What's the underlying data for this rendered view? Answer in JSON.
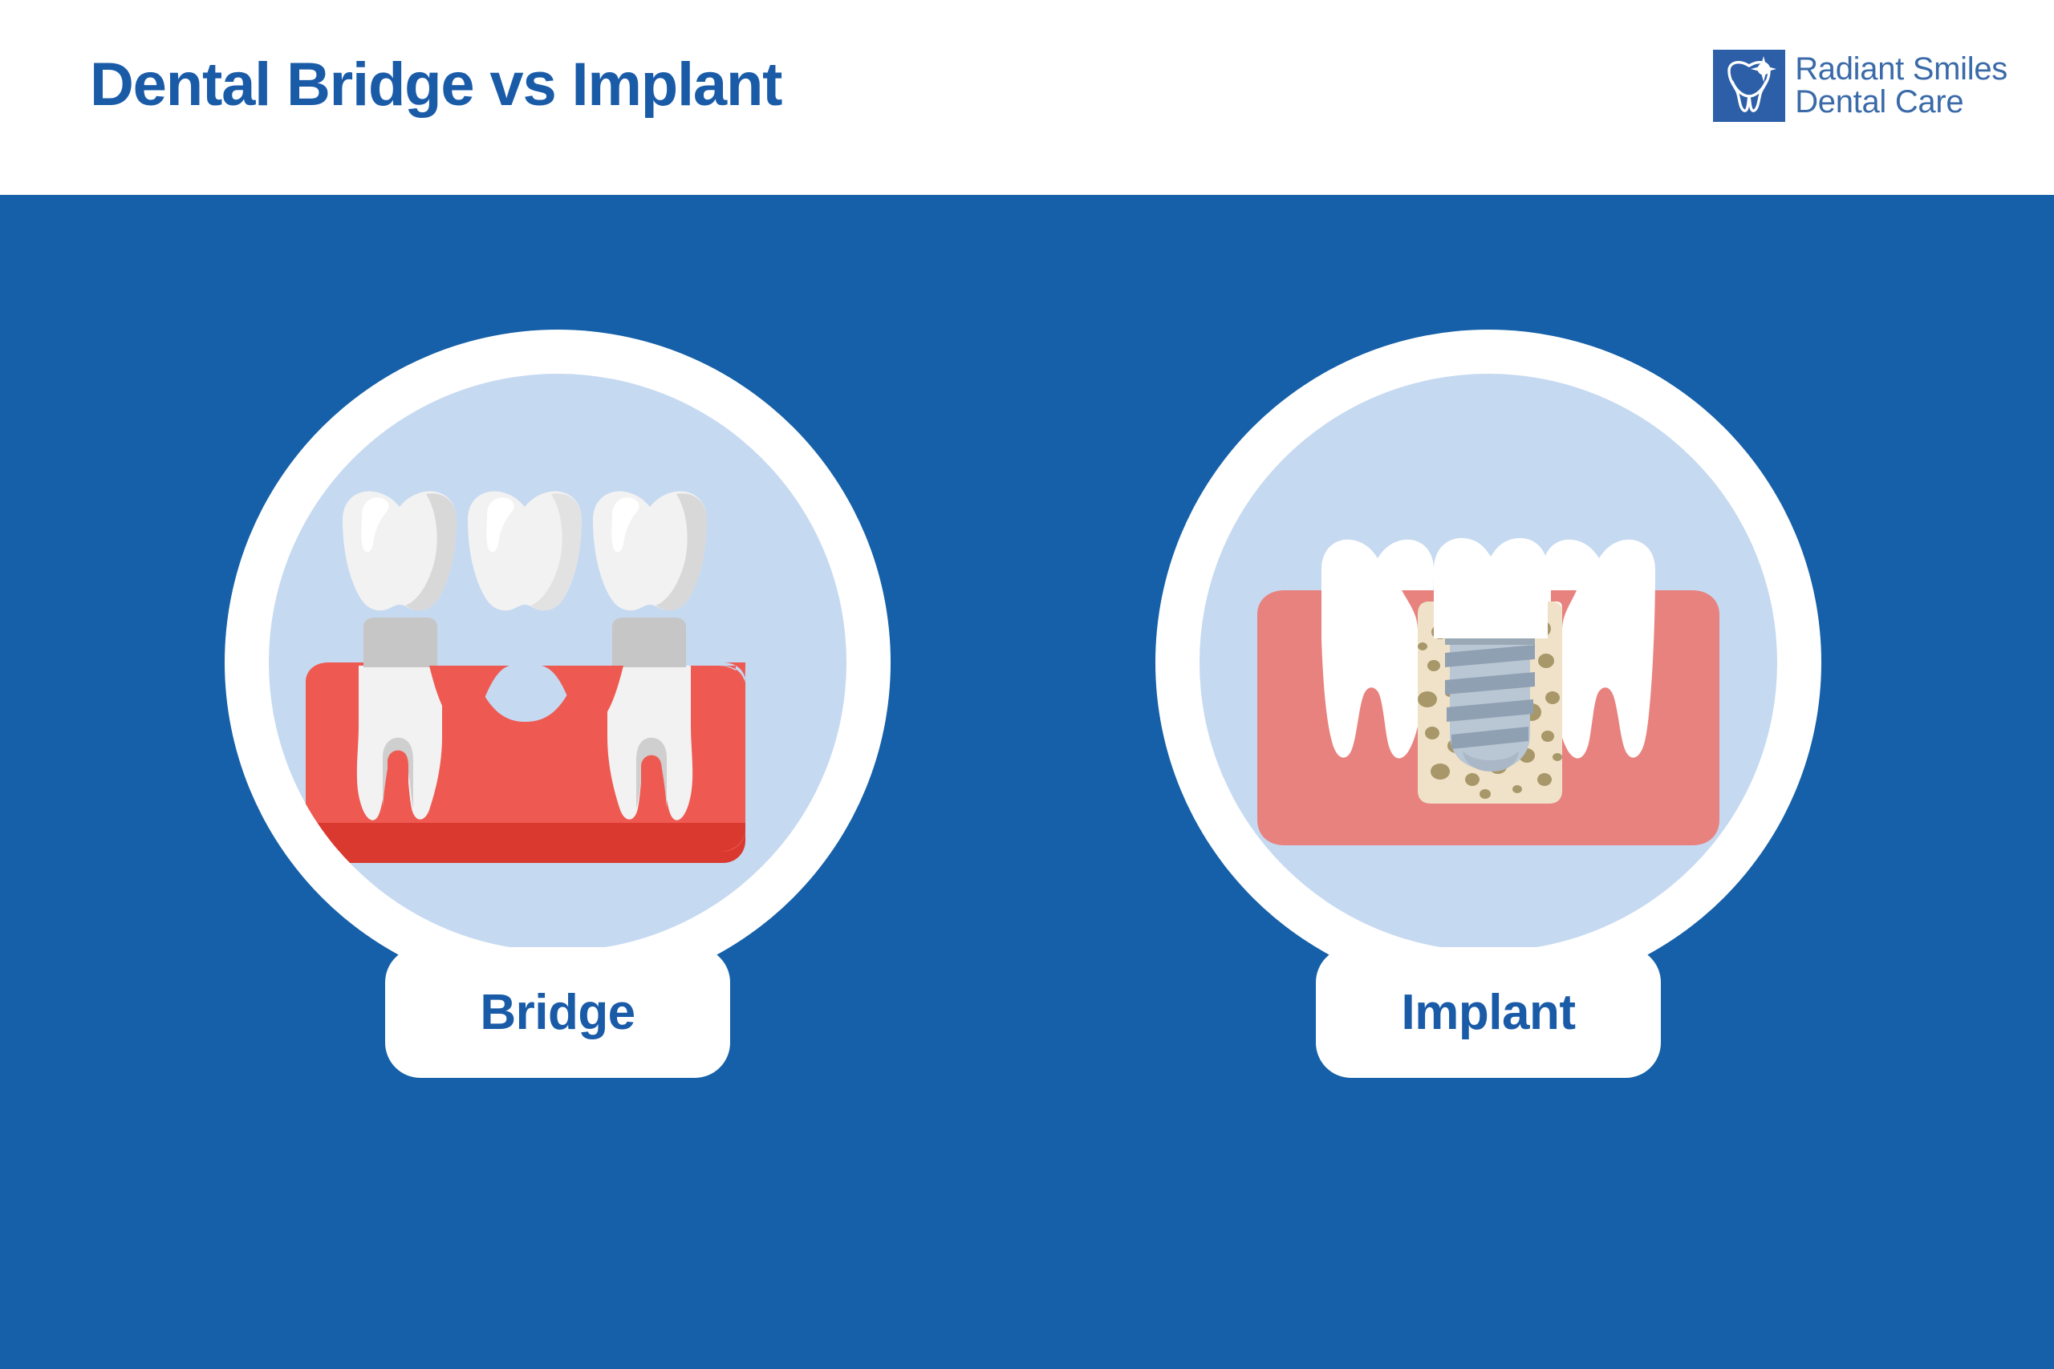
{
  "header": {
    "title": "Dental Bridge vs Implant",
    "title_color": "#1A5BA8",
    "background": "#FFFFFF",
    "logo": {
      "mark_icon": "tooth-sparkle-icon",
      "mark_background": "#2C5FA8",
      "line1": "Radiant Smiles",
      "line2": "Dental Care",
      "text_color": "#3A6AA8"
    }
  },
  "main": {
    "background": "#1560A8",
    "ring_color": "#FFFFFF",
    "disc_color": "#C5D9F1",
    "cards": [
      {
        "id": "bridge",
        "label": "Bridge",
        "label_color": "#1A5BA8",
        "illustration_icon": "dental-bridge-icon",
        "colors": {
          "gum": "#EE5A52",
          "gum_shadow": "#D9392E",
          "tooth": "#F2F2F2",
          "tooth_highlight": "#FFFFFF",
          "tooth_shadow": "#D8D8D8",
          "abutment_cap": "#C6C6C6",
          "root_outline": "#CFCFCF"
        },
        "parts": [
          "crown-left",
          "crown-pontic",
          "crown-right",
          "abutment-tooth-left",
          "abutment-tooth-right",
          "gum-ridge-gap"
        ]
      },
      {
        "id": "implant",
        "label": "Implant",
        "label_color": "#1A5BA8",
        "illustration_icon": "dental-implant-icon",
        "colors": {
          "gum": "#E8827E",
          "bone": "#F0E2C8",
          "bone_speckle": "#A89769",
          "tooth": "#FFFFFF",
          "screw": "#B9C6D4",
          "screw_thread": "#8FA0B2",
          "abutment": "#9AA8B5"
        },
        "parts": [
          "natural-tooth-left",
          "implant-crown",
          "natural-tooth-right",
          "implant-screw",
          "bone-block",
          "gum-ridge"
        ]
      }
    ]
  }
}
